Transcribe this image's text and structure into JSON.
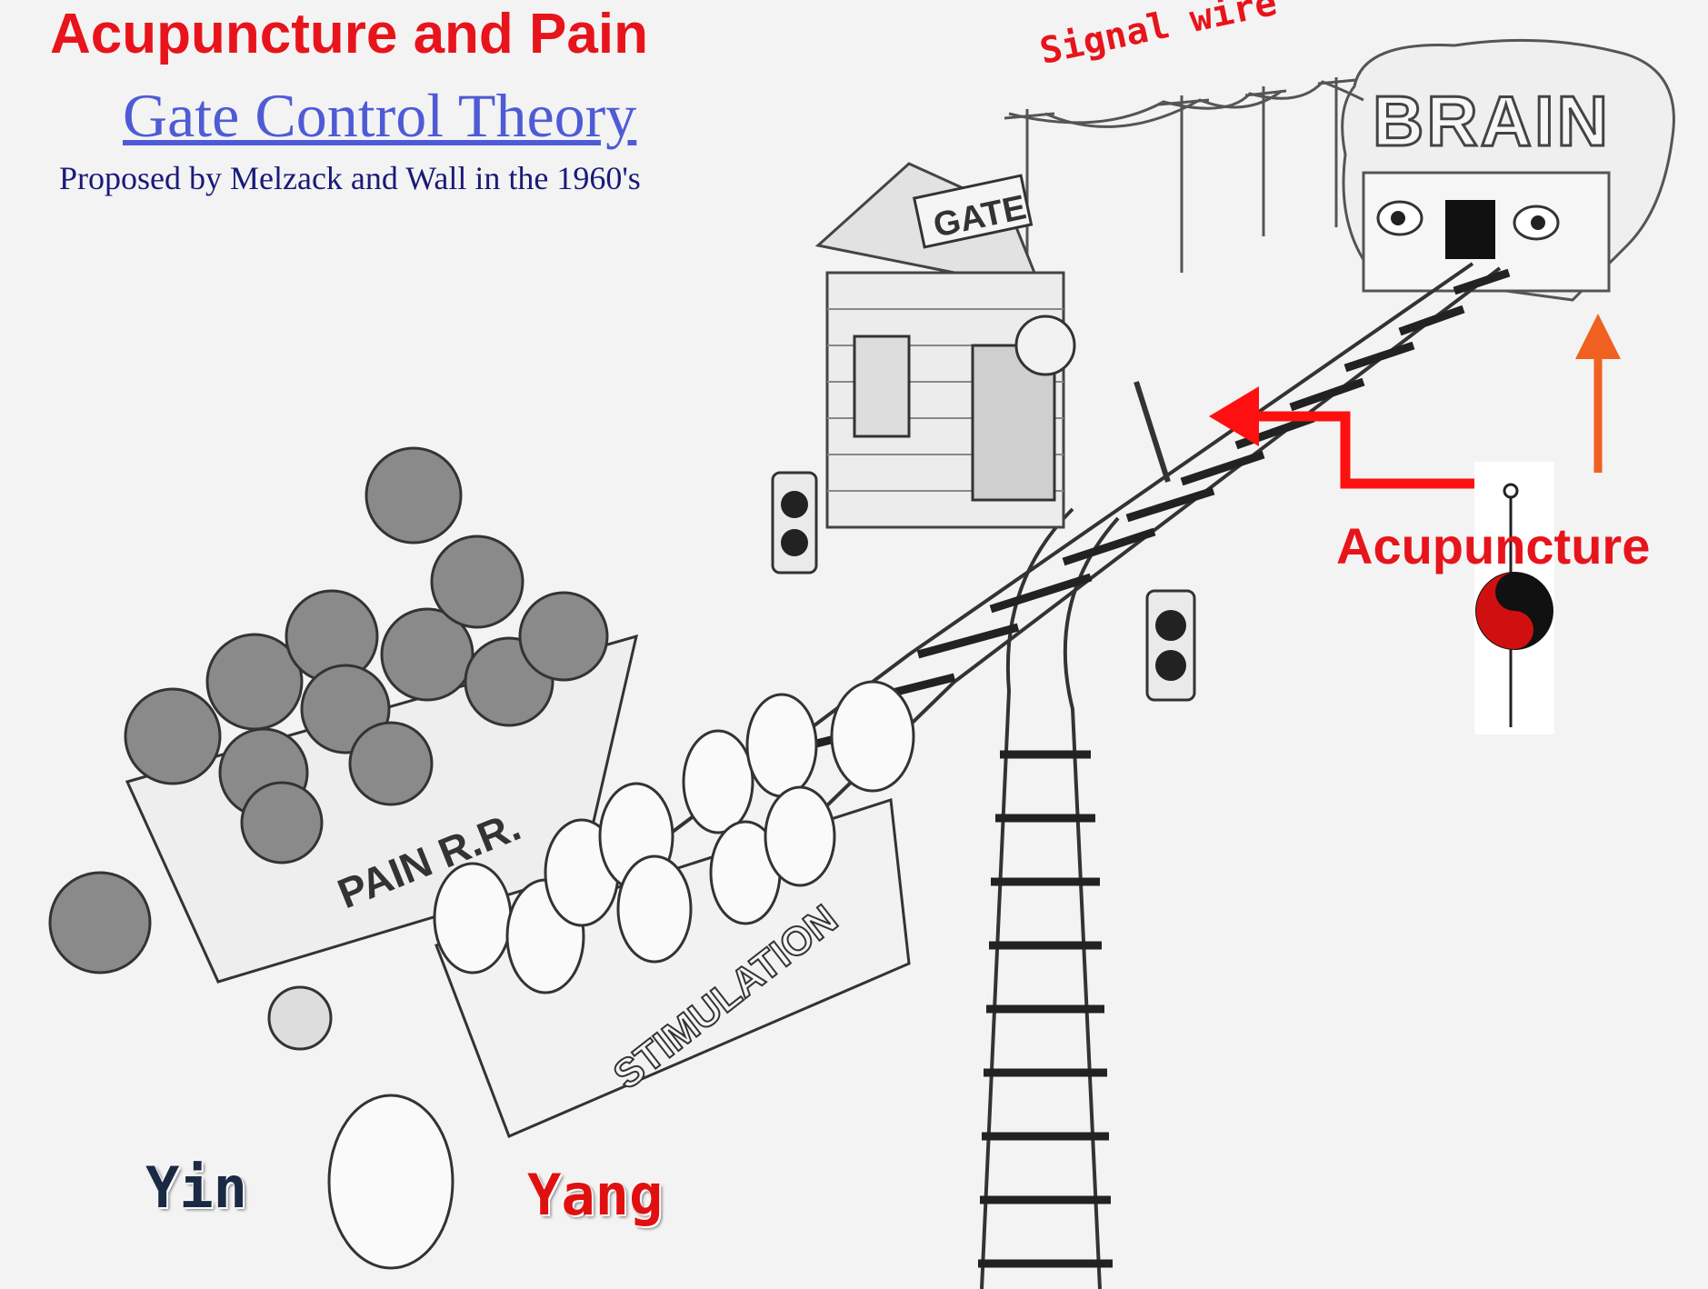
{
  "title": "Acupuncture and Pain",
  "subtitle": "Gate Control Theory",
  "credit": "Proposed by Melzack and Wall in the 1960's",
  "annotations": {
    "signal_wire": "Signal wire",
    "acupuncture": "Acupuncture",
    "yin": "Yin",
    "yang": "Yang"
  },
  "cartoon_text": {
    "brain": "BRAIN",
    "gate": "GATE",
    "pain_car": "PAIN R.R.",
    "stim_car": "STIMULATION"
  },
  "colors": {
    "accent_red": "#e8141b",
    "link_blue": "#4f5bd5",
    "credit_navy": "#1a1a7a",
    "arrow_orange": "#f06020",
    "yin_navy": "#1b2a44"
  }
}
